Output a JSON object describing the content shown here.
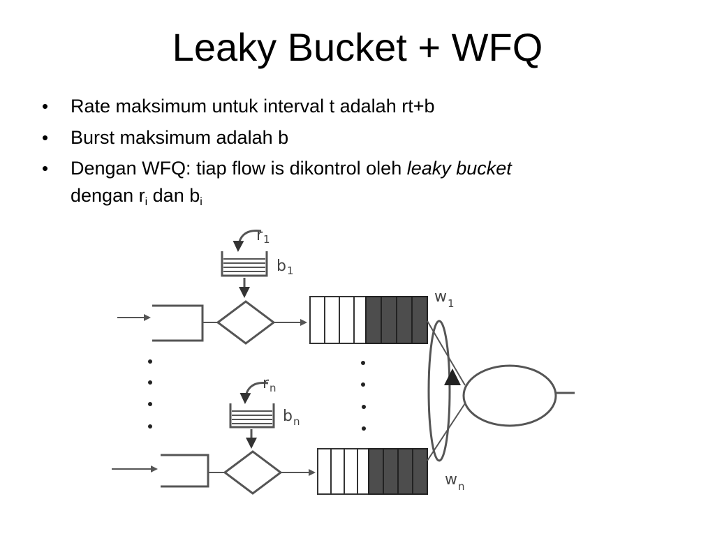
{
  "slide": {
    "title": "Leaky Bucket + WFQ",
    "bullet_symbol": "•",
    "bullets": [
      {
        "text": "Rate maksimum untuk interval t adalah rt+b"
      },
      {
        "text": "Burst maksimum adalah b"
      },
      {
        "text_before": "Dengan WFQ: tiap flow is dikontrol oleh ",
        "text_italic": "leaky bucket",
        "line2_a": "dengan r",
        "line2_sub1": "i",
        "line2_b": " dan b",
        "line2_sub2": "i"
      }
    ]
  },
  "diagram": {
    "labels": {
      "r_top": {
        "main": "r",
        "sub": "1"
      },
      "b_top": {
        "main": "b",
        "sub": "1"
      },
      "w_top": {
        "main": "w",
        "sub": "1"
      },
      "r_bottom": {
        "main": "r",
        "sub": "n"
      },
      "b_bottom": {
        "main": "b",
        "sub": "n"
      },
      "w_bottom": {
        "main": "w",
        "sub": "n"
      }
    },
    "queues": [
      {
        "empty_cells": 4,
        "filled_cells": 4
      },
      {
        "empty_cells": 4,
        "filled_cells": 4
      }
    ],
    "colors": {
      "line": "#555555",
      "queue_empty": "#ffffff",
      "queue_filled": "#4d4d4d"
    }
  }
}
